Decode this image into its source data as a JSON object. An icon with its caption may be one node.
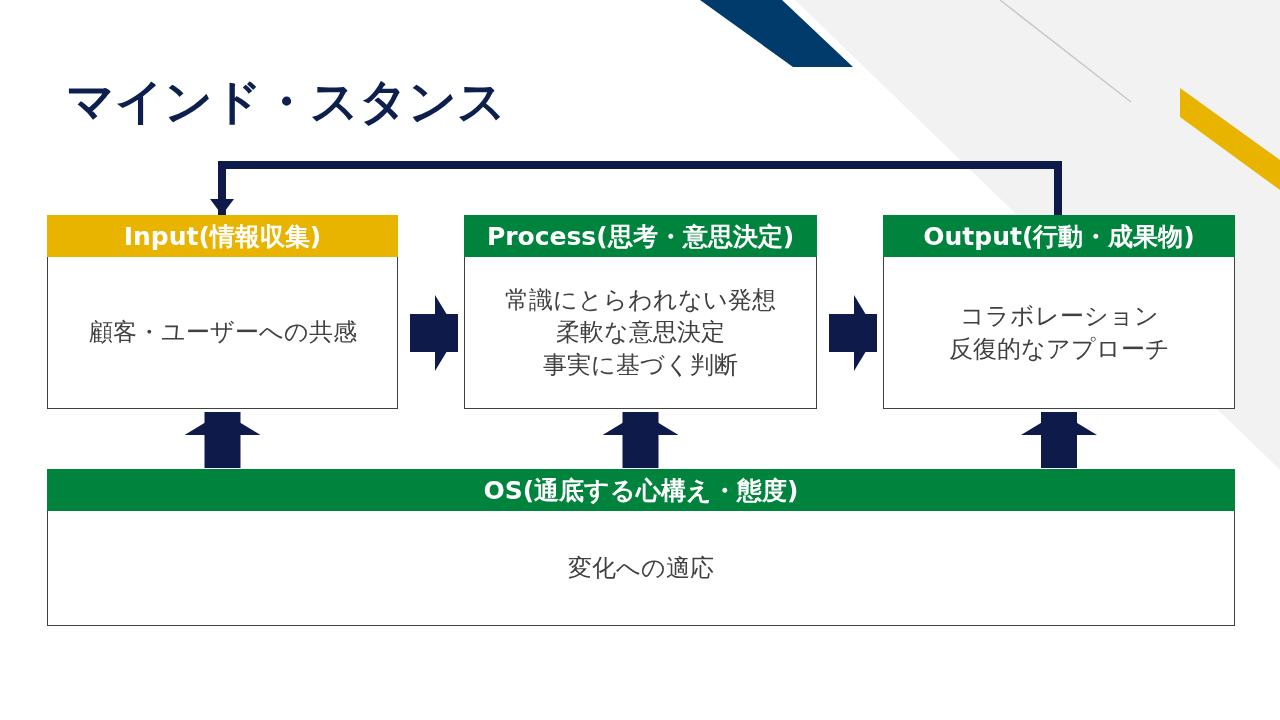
{
  "diagram": {
    "title": "マインド・スタンス",
    "nodes": [
      {
        "text": [
          "Input(情報収集)",
          "顧客・ユーザーへの共感"
        ]
      },
      {
        "text": [
          "Process(思考・意思決定)",
          "常識にとらわれない発想",
          "柔軟な意思決定",
          "事実に基づく判断"
        ]
      },
      {
        "text": [
          "Output(行動・成果物)",
          "コラボレーション",
          "反復的なアプローチ"
        ]
      },
      {
        "text": [
          "OS(通底する心構え・態度)",
          "変化への適応"
        ]
      }
    ],
    "edges": [
      {
        "from": 0,
        "to": 1,
        "arrow": "to"
      },
      {
        "from": 1,
        "to": 2,
        "arrow": "to"
      },
      {
        "from": 2,
        "to": 0,
        "arrow": "to"
      },
      {
        "from": 3,
        "to": 0,
        "arrow": "to"
      },
      {
        "from": 3,
        "to": 1,
        "arrow": "to"
      },
      {
        "from": 3,
        "to": 2,
        "arrow": "to"
      }
    ]
  }
}
